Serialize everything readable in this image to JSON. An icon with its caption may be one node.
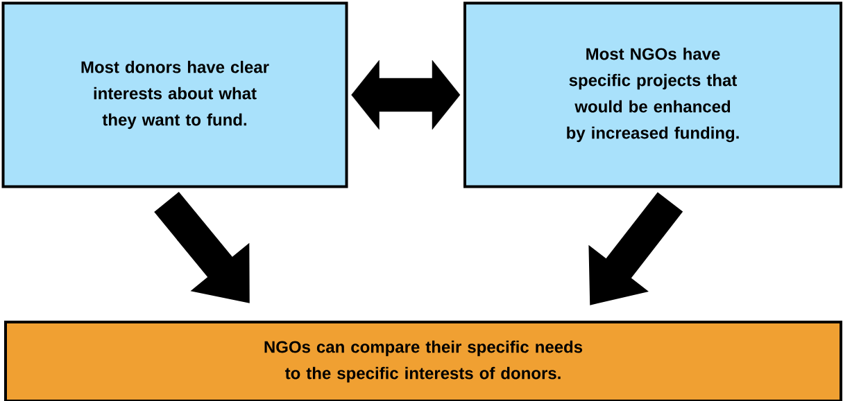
{
  "diagram": {
    "nodes": [
      {
        "text": [
          "Most donors have clear interests about what they want to fund."
        ]
      },
      {
        "text": [
          "Most NGOs have specific projects that would be enhanced by increased funding."
        ]
      },
      {
        "text": [
          "NGOs can compare their specific needs to the specific interests of donors."
        ]
      }
    ],
    "edges": [
      {
        "from": 0,
        "to": 1,
        "arrow": "both"
      },
      {
        "from": 0,
        "to": 2,
        "arrow": "to"
      },
      {
        "from": 1,
        "to": 2,
        "arrow": "to"
      }
    ]
  }
}
